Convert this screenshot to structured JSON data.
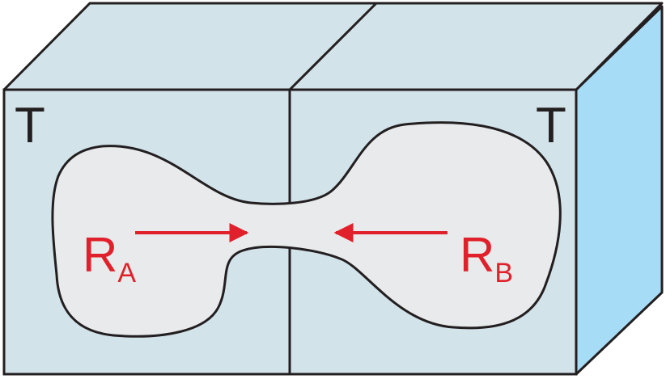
{
  "labels": {
    "temperature_left": "T",
    "temperature_right": "T",
    "region_a_main": "R",
    "region_a_sub": "A",
    "region_b_main": "R",
    "region_b_sub": "B"
  },
  "colors": {
    "box_front": "#d3e3ea",
    "box_top": "#d3e3ea",
    "box_side": "#a7dcf6",
    "blob_fill": "#e8eaeb",
    "outline": "#231f20",
    "accent_red": "#e0202a",
    "label_dark": "#231f20"
  }
}
